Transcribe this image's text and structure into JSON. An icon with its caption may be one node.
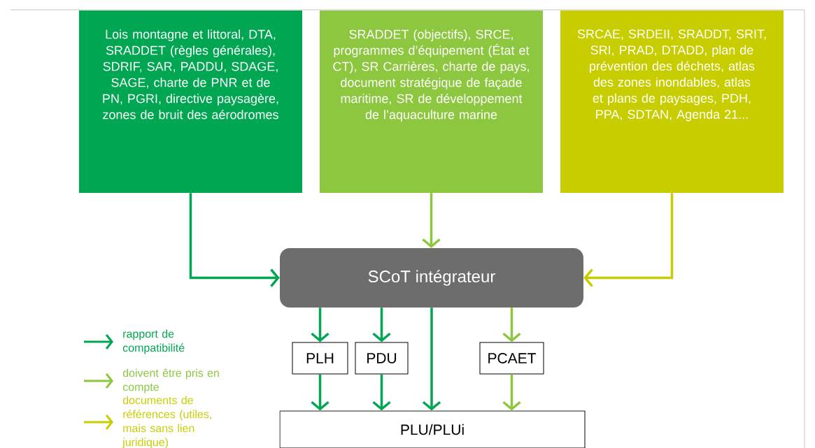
{
  "diagram": {
    "nodes": [
      {
        "text": [
          "Lois montagne et littoral, DTA, SRADDET (règles générales), SDRIF, SAR, PADDU, SDAGE, SAGE, charte de PNR et de PN, PGRI, directive paysagère, zones de bruit des aérodromes"
        ]
      },
      {
        "text": [
          "SRADDET (objectifs), SRCE, programmes d’équipement (État et CT), SR Carrières, charte de pays, document stratégique de façade maritime, SR de développement de l’aquaculture marine"
        ]
      },
      {
        "text": [
          "SRCAE, SRDEII, SRADDT, SRIT, SRI, PRAD, DTADD, plan de prévention des déchets, atlas des zones inondables, atlas et plans de paysages, PDH, PPA, SDTAN, Agenda 21..."
        ]
      },
      {
        "text": [
          "SCoT intégrateur"
        ]
      },
      {
        "text": [
          "PLH"
        ]
      },
      {
        "text": [
          "PDU"
        ]
      },
      {
        "text": [
          "PCAET"
        ]
      },
      {
        "text": [
          "PLU/PLUi"
        ]
      }
    ],
    "edges": [
      {
        "from": 0,
        "to": 3,
        "arrow": "to"
      },
      {
        "from": 1,
        "to": 3,
        "arrow": "to",
        "color": "#8dc63f"
      },
      {
        "from": 2,
        "to": 3,
        "arrow": "to",
        "color": "#c8cd00"
      },
      {
        "from": 3,
        "to": 4,
        "arrow": "to"
      },
      {
        "from": 3,
        "to": 5,
        "arrow": "to"
      },
      {
        "from": 3,
        "to": 7,
        "arrow": "to"
      },
      {
        "from": 3,
        "to": 6,
        "arrow": "to",
        "color": "#8dc63f"
      },
      {
        "from": 4,
        "to": 7,
        "arrow": "to"
      },
      {
        "from": 5,
        "to": 7,
        "arrow": "to"
      },
      {
        "from": 6,
        "to": 7,
        "arrow": "to",
        "color": "#8dc63f"
      }
    ],
    "legend": [
      {
        "text": "rapport de compatibilité"
      },
      {
        "text": "doivent être pris en compte"
      },
      {
        "text": "documents de références (utiles, mais sans lien juridique)"
      }
    ]
  }
}
